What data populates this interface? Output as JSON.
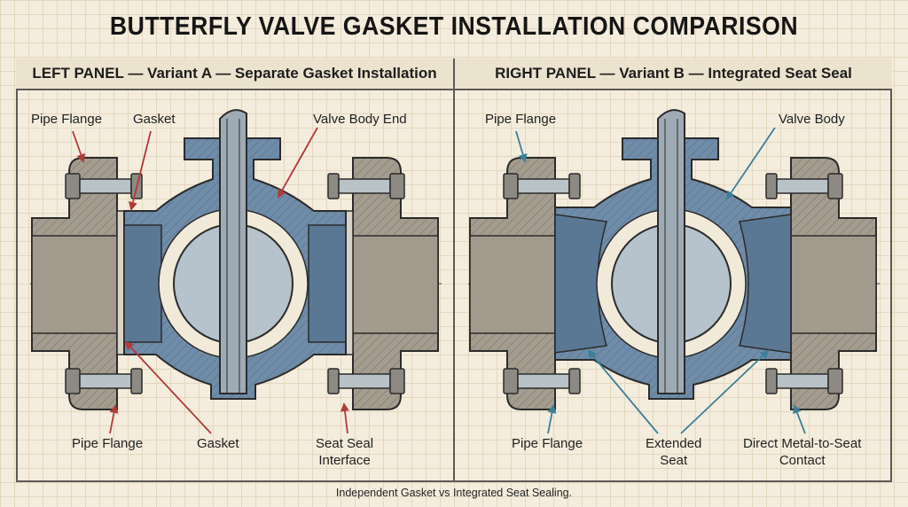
{
  "title": "BUTTERFLY VALVE GASKET INSTALLATION COMPARISON",
  "left_panel": {
    "header": "LEFT PANEL — Variant A — Separate Gasket Installation",
    "labels": {
      "pipe_flange_top": "Pipe Flange",
      "gasket_top": "Gasket",
      "valve_body_end": "Valve Body End",
      "pipe_flange_bottom": "Pipe Flange",
      "gasket_bottom": "Gasket",
      "seat_seal_line1": "Seat Seal",
      "seat_seal_line2": "Interface"
    },
    "arrow_color": "#b23a3a"
  },
  "right_panel": {
    "header": "RIGHT PANEL — Variant B — Integrated Seat Seal",
    "labels": {
      "pipe_flange_top": "Pipe Flange",
      "valve_body": "Valve Body",
      "pipe_flange_bottom": "Pipe Flange",
      "extended_seat_line1": "Extended",
      "extended_seat_line2": "Seat",
      "direct_contact_line1": "Direct Metal-to-Seat",
      "direct_contact_line2": "Contact"
    },
    "arrow_color": "#3b7f99"
  },
  "caption": "Independent Gasket vs Integrated Seat Sealing.",
  "colors": {
    "flange": "#a39c8f",
    "body": "#6c8aa6",
    "seat": "#5a7894",
    "disc": "#b6c3cc",
    "stem": "#9fabb4",
    "outline": "#2b2b2b"
  }
}
